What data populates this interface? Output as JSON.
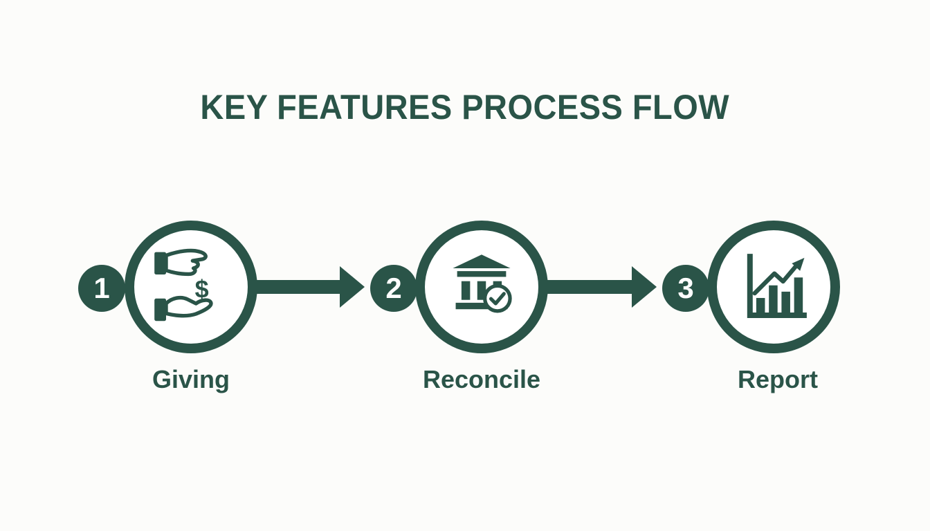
{
  "title": "KEY FEATURES PROCESS FLOW",
  "colors": {
    "accent": "#2a5448",
    "background": "#fcfcfa",
    "badge_number": "#ffffff"
  },
  "steps": [
    {
      "number": "1",
      "label": "Giving",
      "icon": "hands-giving-dollar-icon"
    },
    {
      "number": "2",
      "label": "Reconcile",
      "icon": "bank-verified-icon"
    },
    {
      "number": "3",
      "label": "Report",
      "icon": "growth-chart-icon"
    }
  ],
  "dollar_symbol": "$"
}
